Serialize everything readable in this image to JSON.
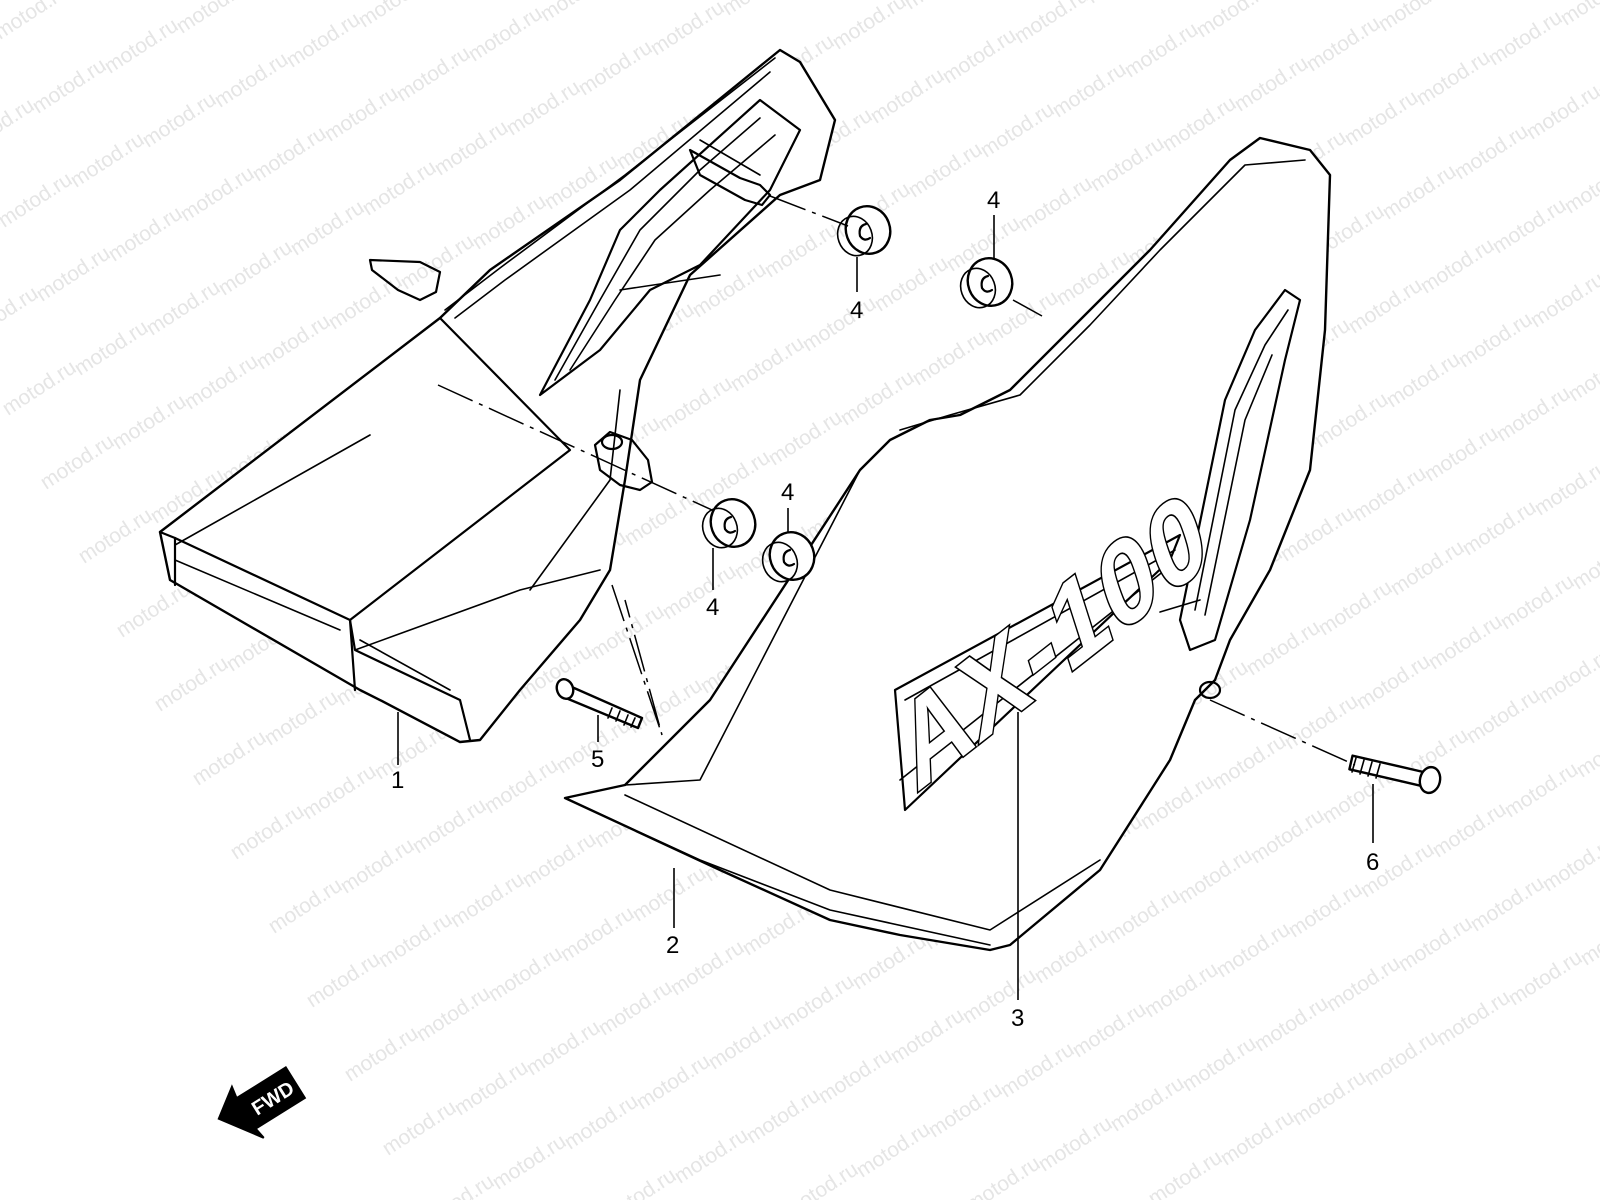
{
  "watermark": "motod.ru",
  "emblem_text": "AX-100",
  "direction_arrow": "FWD",
  "callouts": [
    {
      "id": "c1",
      "label": "1"
    },
    {
      "id": "c2",
      "label": "2"
    },
    {
      "id": "c3",
      "label": "3"
    },
    {
      "id": "c4a",
      "label": "4"
    },
    {
      "id": "c4b",
      "label": "4"
    },
    {
      "id": "c4c",
      "label": "4"
    },
    {
      "id": "c4d",
      "label": "4"
    },
    {
      "id": "c5",
      "label": "5"
    },
    {
      "id": "c6",
      "label": "6"
    }
  ]
}
